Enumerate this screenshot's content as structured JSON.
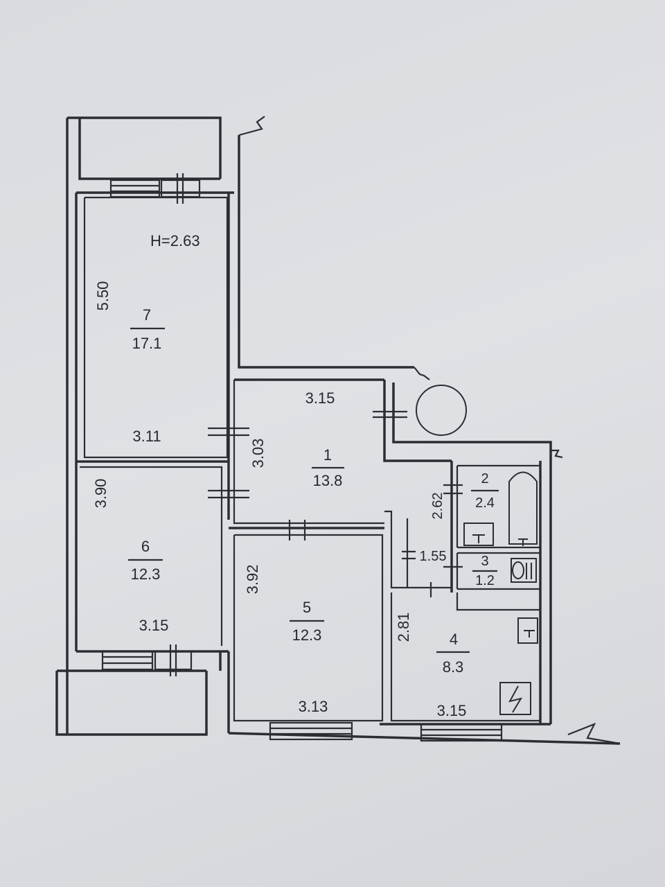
{
  "ceiling_height": "H=2.63",
  "rooms": [
    {
      "id": "room-1",
      "number": "1",
      "area": "13.8",
      "dims": [
        "3.15",
        "3.03"
      ]
    },
    {
      "id": "room-2",
      "number": "2",
      "area": "2.4",
      "dims": [
        "2.62"
      ]
    },
    {
      "id": "room-3",
      "number": "3",
      "area": "1.2",
      "dims": [
        "1.55"
      ]
    },
    {
      "id": "room-4",
      "number": "4",
      "area": "8.3",
      "dims": [
        "2.81",
        "3.15"
      ]
    },
    {
      "id": "room-5",
      "number": "5",
      "area": "12.3",
      "dims": [
        "3.92",
        "3.13"
      ]
    },
    {
      "id": "room-6",
      "number": "6",
      "area": "12.3",
      "dims": [
        "3.90",
        "3.15"
      ]
    },
    {
      "id": "room-7",
      "number": "7",
      "area": "17.1",
      "dims": [
        "5.50",
        "3.11"
      ]
    }
  ],
  "symbols": {
    "stove_icon": "lightning-box-icon",
    "sink_icon": "t-fixture-icon",
    "toilet_icon": "toilet-icon",
    "bathtub_icon": "bathtub-icon",
    "chute_icon": "circle-icon"
  }
}
